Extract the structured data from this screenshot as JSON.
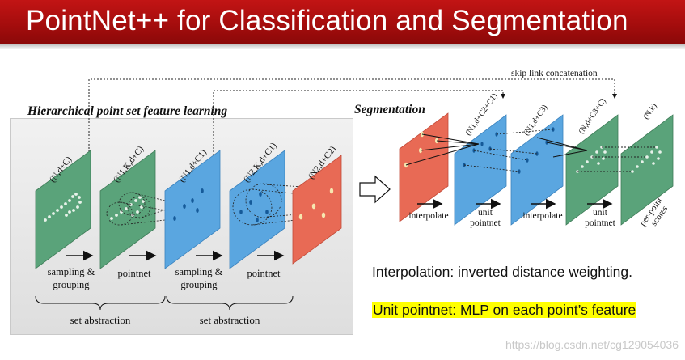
{
  "title": "PointNet++ for Classification and Segmentation",
  "skip_label": "skip link concatenation",
  "left_heading": "Hierarchical point set feature learning",
  "right_heading": "Segmentation",
  "left_planes": [
    "(N,d+C)",
    "(N1,K,d+C)",
    "(N1,d+C1)",
    "(N2,K,d+C1)",
    "(N2,d+C2)"
  ],
  "left_steps": {
    "s1a": "sampling &",
    "s1b": "grouping",
    "s2": "pointnet",
    "s3a": "sampling &",
    "s3b": "grouping",
    "s4": "pointnet"
  },
  "set_abstraction": [
    "set abstraction",
    "set abstraction"
  ],
  "right_planes": [
    "(N1,d+C2+C1)",
    "(N1,d+C3)",
    "(N,d+C3+C)",
    "(N,k)"
  ],
  "right_steps": {
    "interp1": "interpolate",
    "unit1a": "unit",
    "unit1b": "pointnet",
    "interp2": "interpolate",
    "unit2a": "unit",
    "unit2b": "pointnet",
    "scores_a": "per-point",
    "scores_b": "scores"
  },
  "notes": {
    "interpolation": "Interpolation: inverted distance weighting.",
    "unit_pointnet": "Unit pointnet: MLP on each point’s feature"
  },
  "watermark": "https://blog.csdn.net/cg129054036",
  "colors": {
    "title_red": "#b01010",
    "green": "#5aa37a",
    "blue": "#5aa6e0",
    "red": "#e86a55",
    "highlight": "#ffff00"
  }
}
